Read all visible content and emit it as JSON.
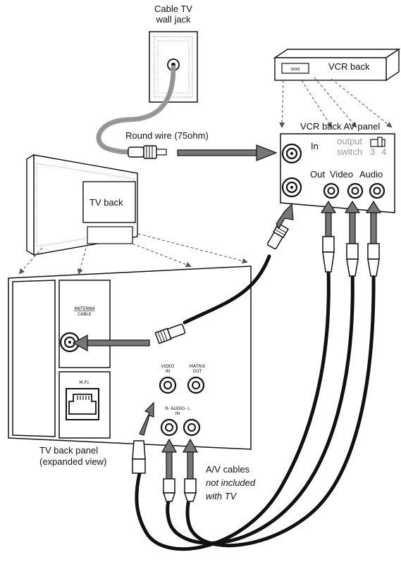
{
  "labels": {
    "cable_tv_line1": "Cable TV",
    "cable_tv_line2": "wall jack",
    "vcr_back": "VCR back",
    "vcr_panel": "VCR back AV panel",
    "round_wire": "Round wire (75ohm)",
    "tv_back": "TV back",
    "in": "In",
    "out": "Out",
    "video": "Video",
    "audio": "Audio",
    "output_line1": "output",
    "output_line2": "switch",
    "ch3": "3",
    "ch4": "4",
    "vcr_display": "ooo",
    "antenna": "ANTENNA",
    "cable": "CABLE",
    "mpi": "M.P.I.",
    "video_in_line1": "VIDEO",
    "video_in_line2": "IN",
    "matrix_out_line1": "MATRIX",
    "matrix_out_line2": "OUT",
    "audio_in_line1": "R- AUDIO- L",
    "audio_in_line2": "IN",
    "panel_line1": "TV back panel",
    "panel_line2": "(expanded view)",
    "cables_line1": "A/V cables",
    "cables_line2": "not included",
    "cables_line3": "with TV"
  },
  "colors": {
    "line": "#111111",
    "cable_grey": "#9a9a9a",
    "arrow_grey": "#777777",
    "background": "#ffffff"
  }
}
